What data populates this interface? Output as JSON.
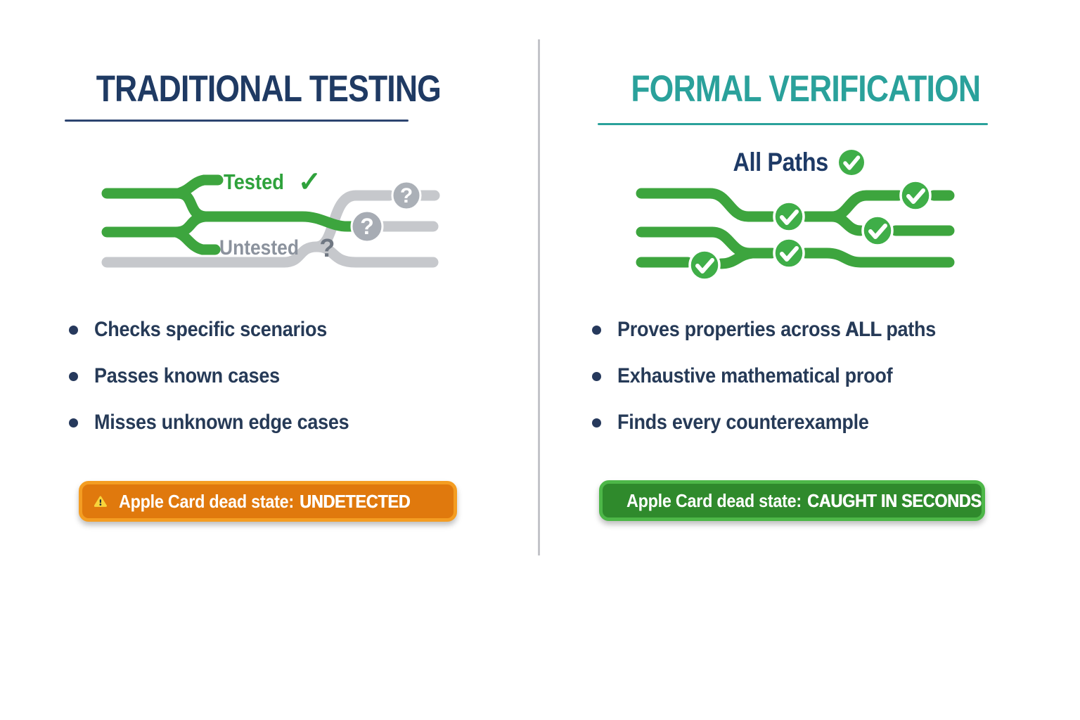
{
  "glyphs": {
    "check": "✓",
    "question": "?",
    "warning": "!"
  },
  "colors": {
    "navy": "#1f3a63",
    "teal": "#2aa19b",
    "green_line": "#3da53e",
    "green_badge": "#3fae48",
    "gray_line": "#c6c8cc",
    "gray_badge": "#a9aeb5",
    "orange_fill": "#e0790d",
    "orange_border": "#f49d22",
    "green_fill": "#2f8a2c",
    "green_border": "#4db748",
    "warning_yellow": "#f8d53b"
  },
  "left": {
    "title": "TRADITIONAL TESTING",
    "diagram": {
      "tested_label": "Tested",
      "untested_label": "Untested"
    },
    "bullets": [
      "Checks specific scenarios",
      "Passes known cases",
      "Misses unknown edge cases"
    ],
    "banner": {
      "prefix": "Apple Card dead state:",
      "status": "UNDETECTED"
    }
  },
  "right": {
    "title": "FORMAL VERIFICATION",
    "diagram": {
      "label": "All Paths"
    },
    "bullets": [
      {
        "pre": "Proves properties across ",
        "strong": "ALL",
        "post": " paths"
      },
      {
        "pre": "Exhaustive mathematical proof",
        "strong": "",
        "post": ""
      },
      {
        "pre": "Finds every counterexample",
        "strong": "",
        "post": ""
      }
    ],
    "banner": {
      "prefix": "Apple Card dead state:",
      "status": "CAUGHT IN SECONDS"
    }
  }
}
